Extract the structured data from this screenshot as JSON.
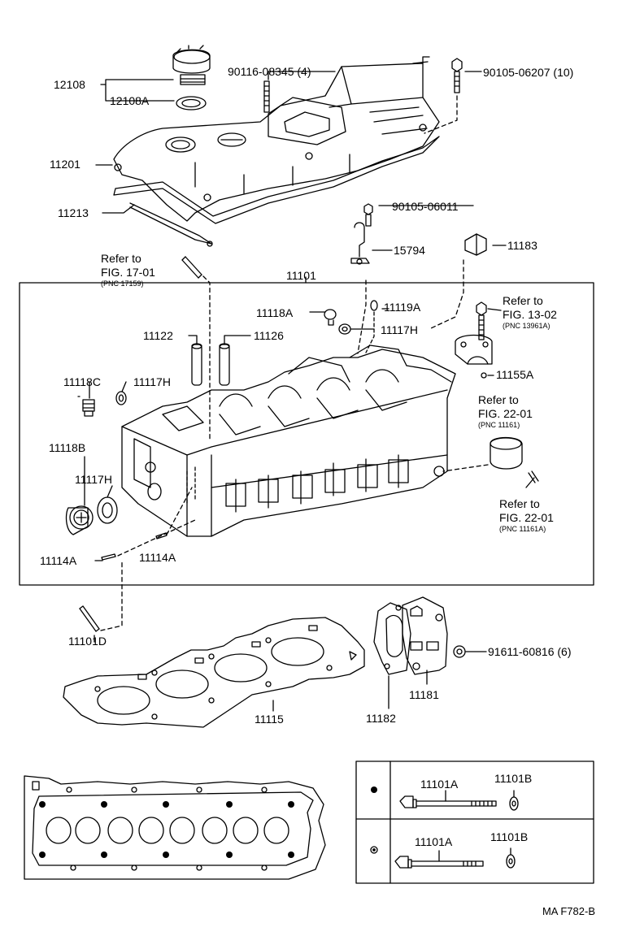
{
  "parts": {
    "p12108": "12108",
    "p12108A": "12108A",
    "p90116": "90116-08345 (4)",
    "p90105_06207": "90105-06207 (10)",
    "p11201": "11201",
    "p11213": "11213",
    "p90105_06011": "90105-06011",
    "p15794": "15794",
    "p11183": "11183",
    "p11101": "11101",
    "p11118A": "11118A",
    "p11119A": "11119A",
    "p11117H_a": "11117H",
    "p11122": "11122",
    "p11126": "11126",
    "p11118C": "11118C",
    "p11117H_b": "11117H",
    "p11155A": "11155A",
    "p11118B": "11118B",
    "p11117H_c": "11117H",
    "p11114A_a": "11114A",
    "p11114A_b": "11114A",
    "p11101D": "11101D",
    "p91611": "91611-60816 (6)",
    "p11181": "11181",
    "p11182": "11182",
    "p11115": "11115",
    "p11101A_a": "11101A",
    "p11101B_a": "11101B",
    "p11101A_b": "11101A",
    "p11101B_b": "11101B"
  },
  "refs": {
    "fig17": {
      "line1": "Refer to",
      "line2": "FIG. 17-01",
      "line3": "(PNC 17159)"
    },
    "fig13": {
      "line1": "Refer to",
      "line2": "FIG. 13-02",
      "line3": "(PNC 13961A)"
    },
    "fig22a": {
      "line1": "Refer to",
      "line2": "FIG. 22-01",
      "line3": "(PNC 11161)"
    },
    "fig22b": {
      "line1": "Refer to",
      "line2": "FIG. 22-01",
      "line3": "(PNC 11161A)"
    }
  },
  "diagram_code": "MA F782-B"
}
